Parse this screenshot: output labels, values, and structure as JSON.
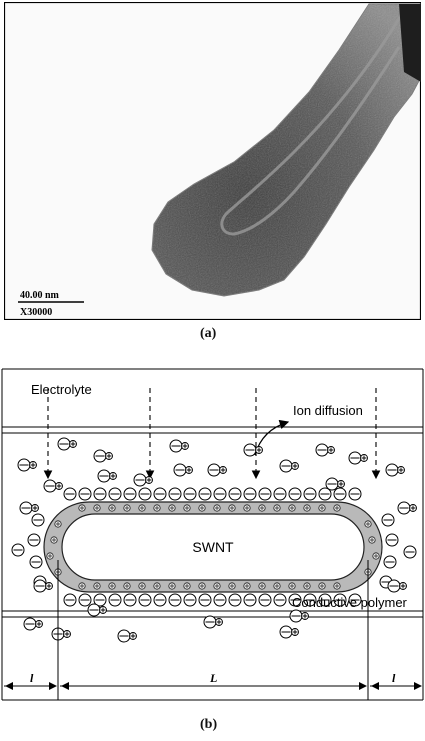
{
  "figure": {
    "panel_a": {
      "caption": "(a)",
      "scale_bar_value": "40.00 nm",
      "magnification": "X30000"
    },
    "panel_b": {
      "caption": "(b)",
      "labels": {
        "electrolyte": "Electrolyte",
        "ion_diffusion": "Ion diffusion",
        "swnt": "SWNT",
        "conductive_polymer": "Conductive polymer"
      },
      "dimensions": {
        "left": "l",
        "middle": "L",
        "right": "l"
      }
    }
  }
}
